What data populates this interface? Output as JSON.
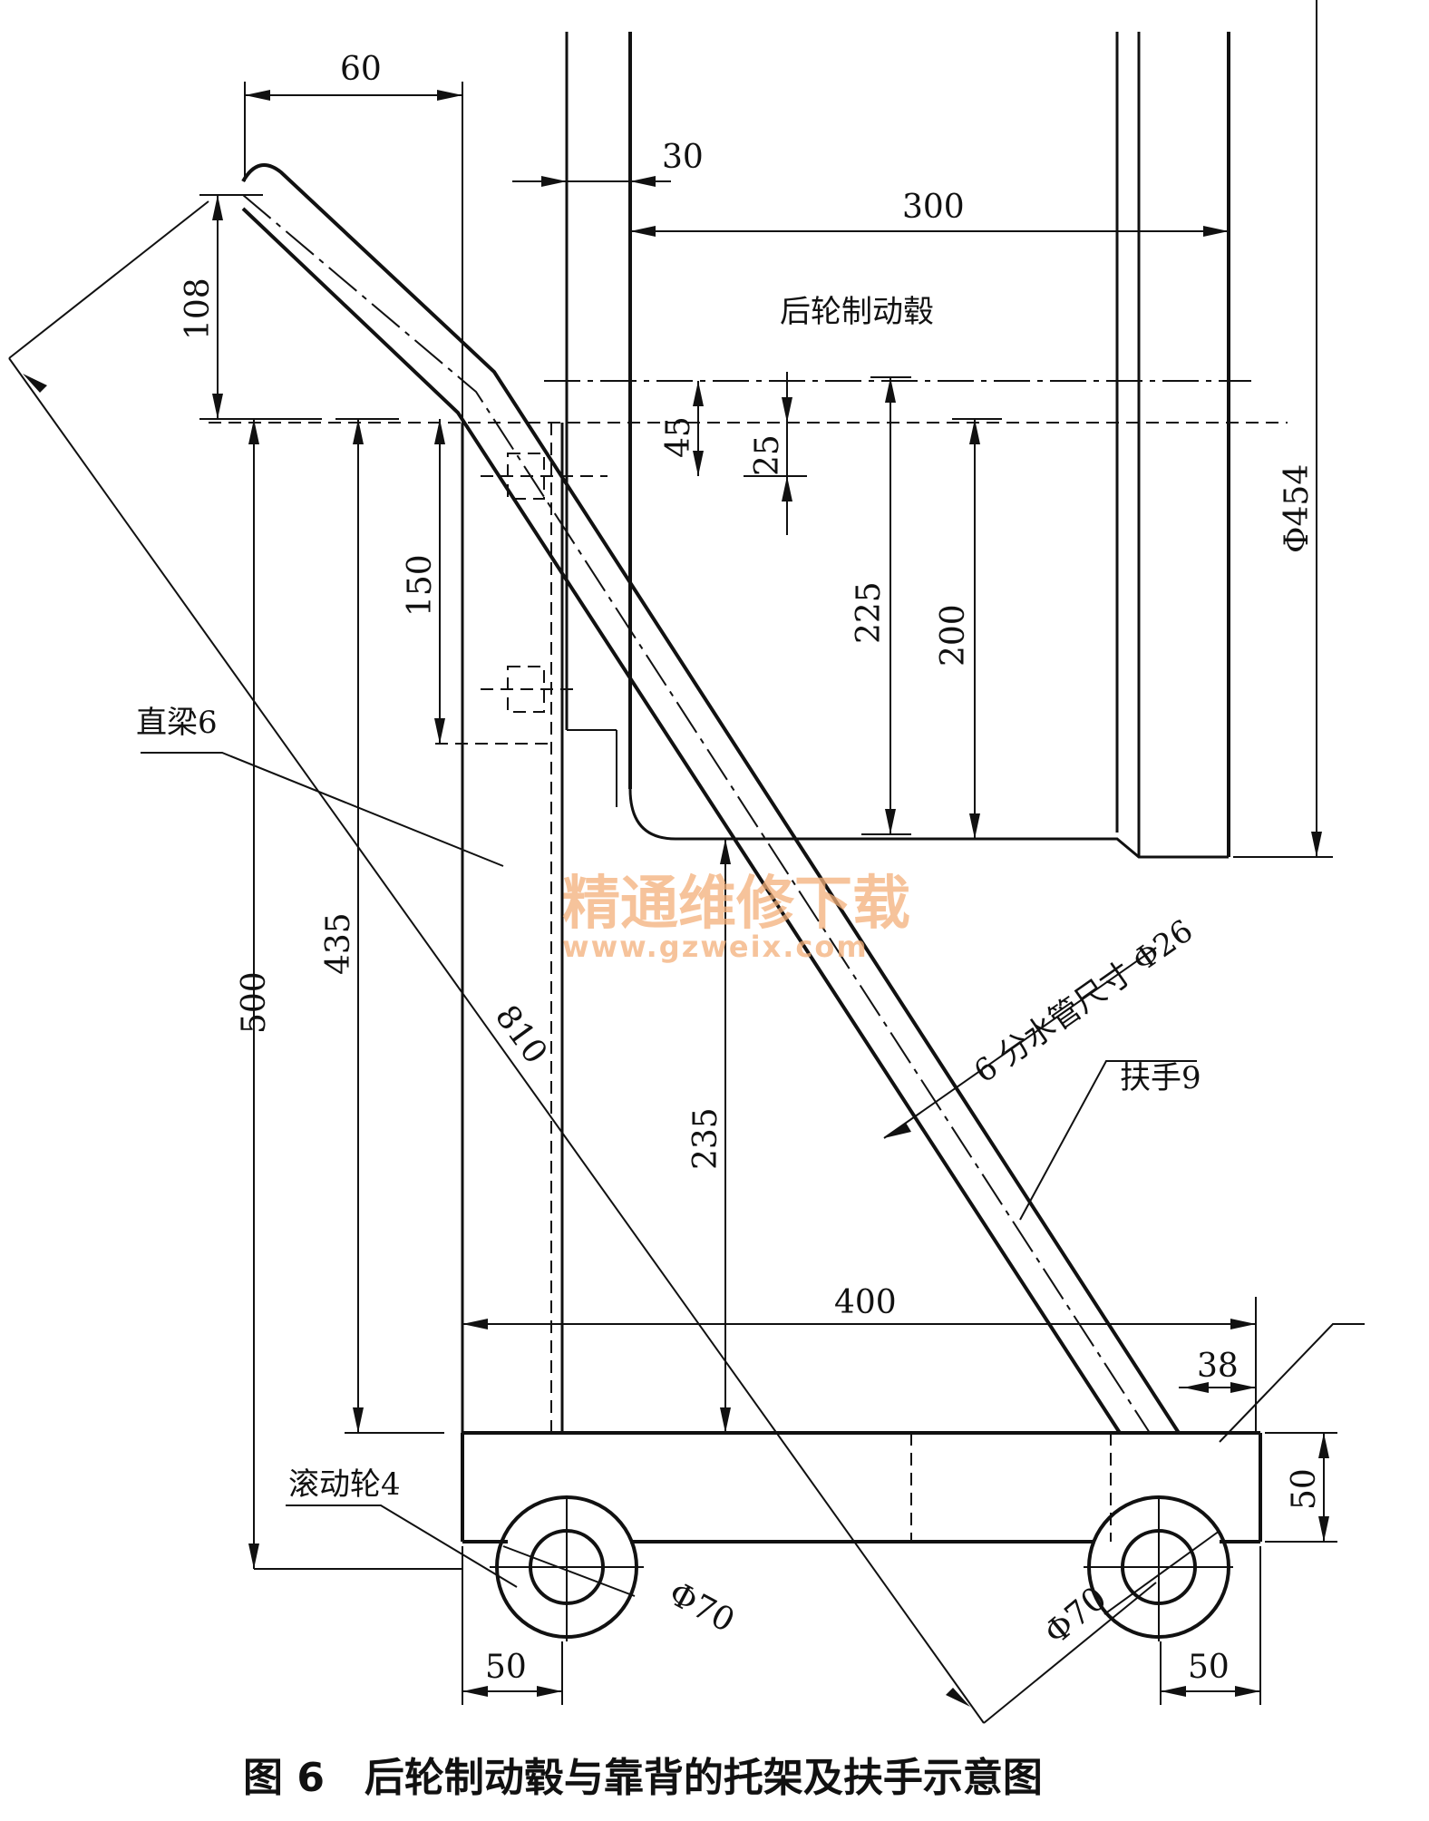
{
  "figure": {
    "caption": "图 6　后轮制动毂与靠背的托架及扶手示意图",
    "watermark_cn": "精通维修下载",
    "watermark_url": "www.gzweix.com"
  },
  "labels": {
    "drum": "后轮制动毂",
    "beam": "直梁6",
    "handle": "扶手9",
    "wheel": "滚动轮4",
    "pipe": "6 分水管尺寸 Φ26"
  },
  "dimensions": {
    "d60": "60",
    "d30": "30",
    "d300": "300",
    "d108": "108",
    "d45": "45",
    "d25": "25",
    "d225": "225",
    "d200": "200",
    "d150": "150",
    "d454": "Φ454",
    "d500": "500",
    "d435": "435",
    "d810": "810",
    "d235": "235",
    "d400": "400",
    "d38": "38",
    "d50_right": "50",
    "d70_left": "Φ70",
    "d70_right": "Φ70",
    "d50_bottom_left": "50",
    "d50_bottom_right": "50"
  }
}
